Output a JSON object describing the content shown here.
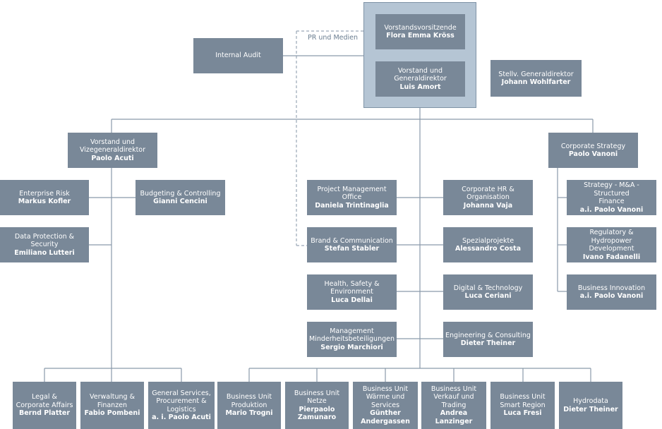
{
  "pr_label": "PR und Medien",
  "units": {
    "chair": {
      "title": "Vorstandsvorsitzende",
      "name": "Flora Emma Kröss"
    },
    "ceo": {
      "title": "Vorstand und\nGeneraldirektor",
      "name": "Luis Amort"
    },
    "audit": {
      "title": "Internal Audit",
      "name": ""
    },
    "deputy_gd": {
      "title": "Stellv. Generaldirektor",
      "name": "Johann Wohlfarter"
    },
    "vice_gd": {
      "title": "Vorstand und\nVizegeneraldirektor",
      "name": "Paolo Acuti"
    },
    "corp_strategy": {
      "title": "Corporate Strategy",
      "name": "Paolo Vanoni"
    },
    "enterprise_risk": {
      "title": "Enterprise Risk",
      "name": "Markus Kofler"
    },
    "budgeting": {
      "title": "Budgeting & Controlling",
      "name": "Gianni Cencini"
    },
    "data_protection": {
      "title": "Data Protection & Security",
      "name": "Emiliano Lutteri"
    },
    "pmo": {
      "title": "Project Management Office",
      "name": "Daniela Trintinaglia"
    },
    "corp_hr": {
      "title": "Corporate HR &\nOrganisation",
      "name": "Johanna Vaja"
    },
    "brand": {
      "title": "Brand & Communication",
      "name": "Stefan Stabler"
    },
    "special": {
      "title": "Spezialprojekte",
      "name": "Alessandro Costa"
    },
    "hse": {
      "title": "Health, Safety &\nEnvironment",
      "name": "Luca Dellai"
    },
    "digital": {
      "title": "Digital & Technology",
      "name": "Luca Ceriani"
    },
    "minority": {
      "title": "Management\nMinderheitsbeteiligungen",
      "name": "Sergio Marchiori"
    },
    "engineering": {
      "title": "Engineering & Consulting",
      "name": "Dieter Theiner"
    },
    "strategy_ma": {
      "title": "Strategy - M&A - Structured\nFinance",
      "name": "a.i. Paolo Vanoni"
    },
    "regulatory": {
      "title": "Regulatory & Hydropower\nDevelopment",
      "name": "Ivano Fadanelli"
    },
    "innovation": {
      "title": "Business Innovation",
      "name": "a.i. Paolo Vanoni"
    },
    "legal": {
      "title": "Legal &\nCorporate Affairs",
      "name": "Bernd Platter"
    },
    "admin": {
      "title": "Verwaltung &\nFinanzen",
      "name": "Fabio Pombeni"
    },
    "general_services": {
      "title": "General Services,\nProcurement &\nLogistics",
      "name": "a. i. Paolo Acuti"
    },
    "bu_production": {
      "title": "Business Unit\nProduktion",
      "name": "Mario Trogni"
    },
    "bu_grid": {
      "title": "Business Unit\nNetze",
      "name": "Pierpaolo\nZamunaro"
    },
    "bu_heat": {
      "title": "Business Unit\nWärme und Services",
      "name": "Günther\nAndergassen"
    },
    "bu_sales": {
      "title": "Business Unit\nVerkauf und Trading",
      "name": "Andrea Lanzinger"
    },
    "bu_smart": {
      "title": "Business Unit\nSmart Region",
      "name": "Luca Fresi"
    },
    "hydrodata": {
      "title": "Hydrodata",
      "name": "Dieter Theiner"
    }
  }
}
